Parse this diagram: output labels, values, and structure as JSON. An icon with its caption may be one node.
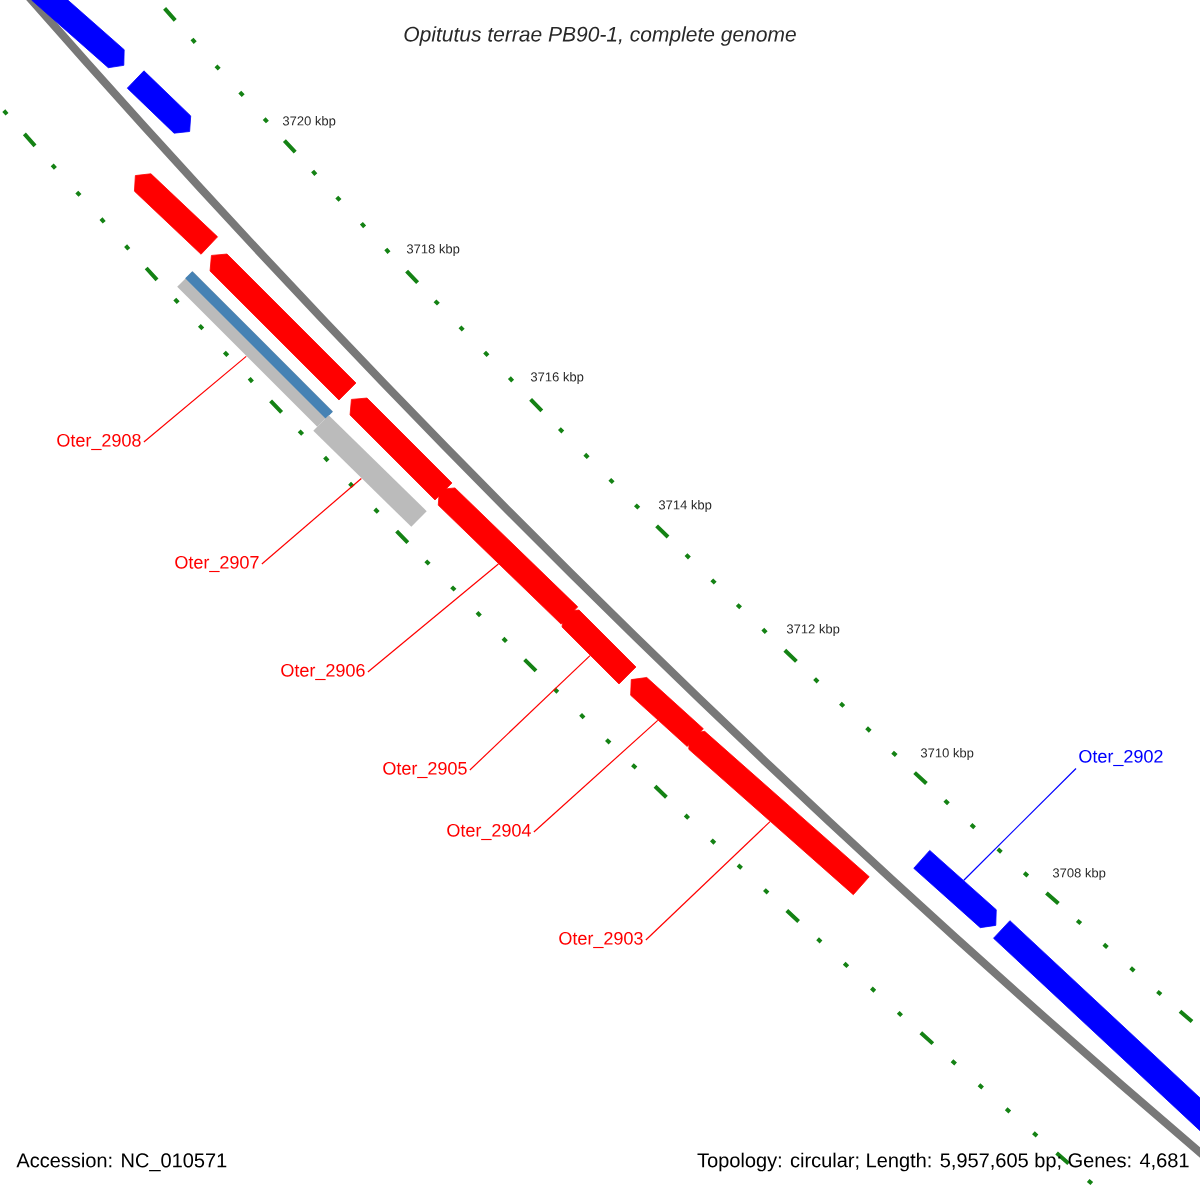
{
  "diagram": {
    "title": "Opitutus terrae PB90-1, complete genome",
    "nodes": [
      {
        "text": [],
        "shape": "arrow"
      },
      {
        "text": [],
        "shape": "arrow"
      },
      {
        "text": [],
        "shape": "arrow"
      },
      {
        "text": [],
        "shape": "arrow"
      },
      {
        "text": [],
        "shape": "bar"
      },
      {
        "text": [],
        "shape": "arrow"
      },
      {
        "text": [],
        "shape": "bar"
      },
      {
        "text": [],
        "shape": "arrow"
      },
      {
        "text": [],
        "shape": "arrow"
      },
      {
        "text": [],
        "shape": "arrow"
      },
      {
        "text": [],
        "shape": "arrow"
      },
      {
        "text": [],
        "shape": "arrow"
      },
      {
        "text": [],
        "shape": "arrow"
      },
      {
        "text": [
          "Oter_2908"
        ]
      },
      {
        "text": [
          "Oter_2907"
        ]
      },
      {
        "text": [
          "Oter_2906"
        ]
      },
      {
        "text": [
          "Oter_2905"
        ]
      },
      {
        "text": [
          "Oter_2904"
        ]
      },
      {
        "text": [
          "Oter_2903"
        ]
      },
      {
        "text": [
          "Oter_2902"
        ]
      }
    ],
    "edges": [
      {
        "from": 13,
        "to": 4,
        "arrow": "none"
      },
      {
        "from": 14,
        "to": 6,
        "arrow": "none"
      },
      {
        "from": 15,
        "to": 7,
        "arrow": "none"
      },
      {
        "from": 16,
        "to": 8,
        "arrow": "none"
      },
      {
        "from": 17,
        "to": 9,
        "arrow": "none"
      },
      {
        "from": 18,
        "to": 10,
        "arrow": "none"
      },
      {
        "from": 19,
        "to": 11,
        "arrow": "none",
        "color": "#0000ff"
      }
    ],
    "labels": [
      "3720 kbp",
      "3718 kbp",
      "3716 kbp",
      "3714 kbp",
      "3712 kbp",
      "3710 kbp",
      "3708 kbp",
      "Accession: NC_010571",
      "Topology: circular; Length: 5,957,605 bp; Genes: 4,681"
    ]
  }
}
